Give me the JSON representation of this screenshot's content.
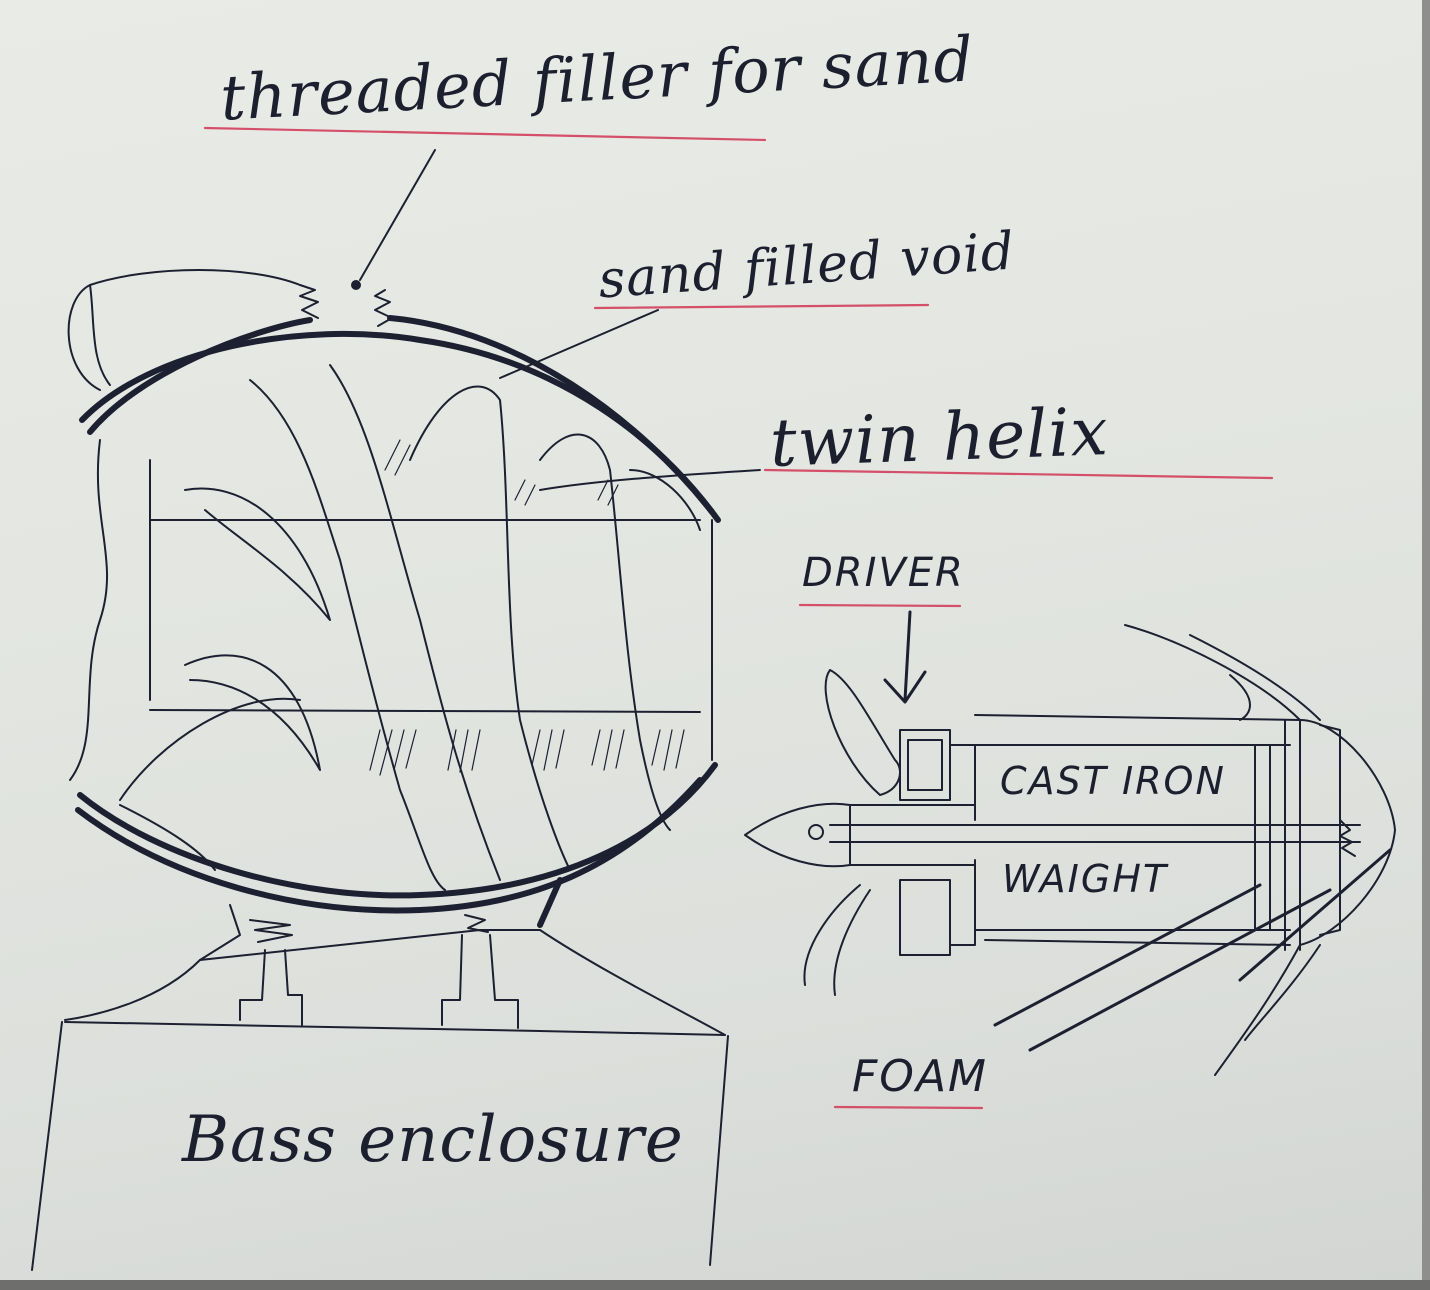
{
  "diagram": {
    "labels": {
      "threaded_filler": "threaded filler for sand",
      "sand_filled_void": "sand filled void",
      "twin_helix": "twin helix",
      "driver": "DRIVER",
      "cast_iron": "CAST IRON",
      "weight": "WAIGHT",
      "foam": "FOAM",
      "bass_enclosure": "Bass enclosure"
    },
    "colors": {
      "ink": "#1d2030",
      "underline": "#d4506a",
      "paper": "#e5e8e3"
    }
  }
}
